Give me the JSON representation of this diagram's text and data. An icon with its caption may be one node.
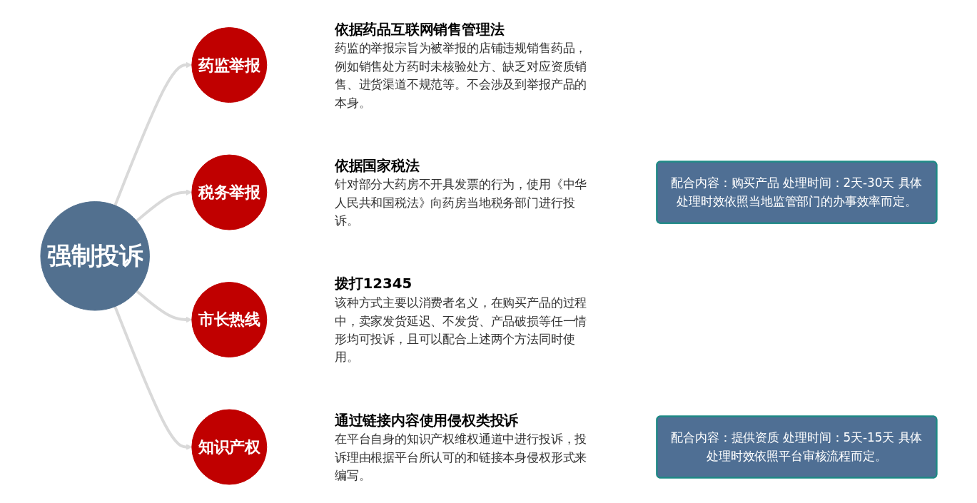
{
  "diagram": {
    "nodes": [
      {
        "text": [
          "强制投诉"
        ]
      },
      {
        "text": [
          "药监举报"
        ],
        "beside": [
          "依据药品互联网销售管理法",
          "药监的举报宗旨为被举报的店铺违规销售药品，例如销售处方药时未核验处方、缺乏对应资质销售、进货渠道不规范等。不会涉及到举报产品的本身。"
        ]
      },
      {
        "text": [
          "税务举报"
        ],
        "beside": [
          "依据国家税法",
          "针对部分大药房不开具发票的行为，使用《中华人民共和国税法》向药房当地税务部门进行投诉。"
        ]
      },
      {
        "text": [
          "市长热线"
        ],
        "beside": [
          "拨打12345",
          "该种方式主要以消费者名义，在购买产品的过程中，卖家发货延迟、不发货、产品破损等任一情形均可投诉，且可以配合上述两个方法同时使用。"
        ]
      },
      {
        "text": [
          "知识产权"
        ],
        "beside": [
          "通过链接内容使用侵权类投诉",
          "在平台自身的知识产权维权通道中进行投诉，投诉理由根据平台所认可的和链接本身侵权形式来编写。"
        ]
      },
      {
        "text": [
          "配合内容：购买产品 处理时间：2天-30天 具体处理时效依照当地监管部门的办事效率而定。"
        ]
      },
      {
        "text": [
          "配合内容：提供资质 处理时间：5天-15天 具体处理时效依照平台审核流程而定。"
        ]
      }
    ],
    "edges": [
      {
        "from": 0,
        "to": 1,
        "arrow": "to"
      },
      {
        "from": 0,
        "to": 2,
        "arrow": "to"
      },
      {
        "from": 0,
        "to": 3,
        "arrow": "to"
      },
      {
        "from": 0,
        "to": 4,
        "arrow": "to"
      }
    ]
  }
}
